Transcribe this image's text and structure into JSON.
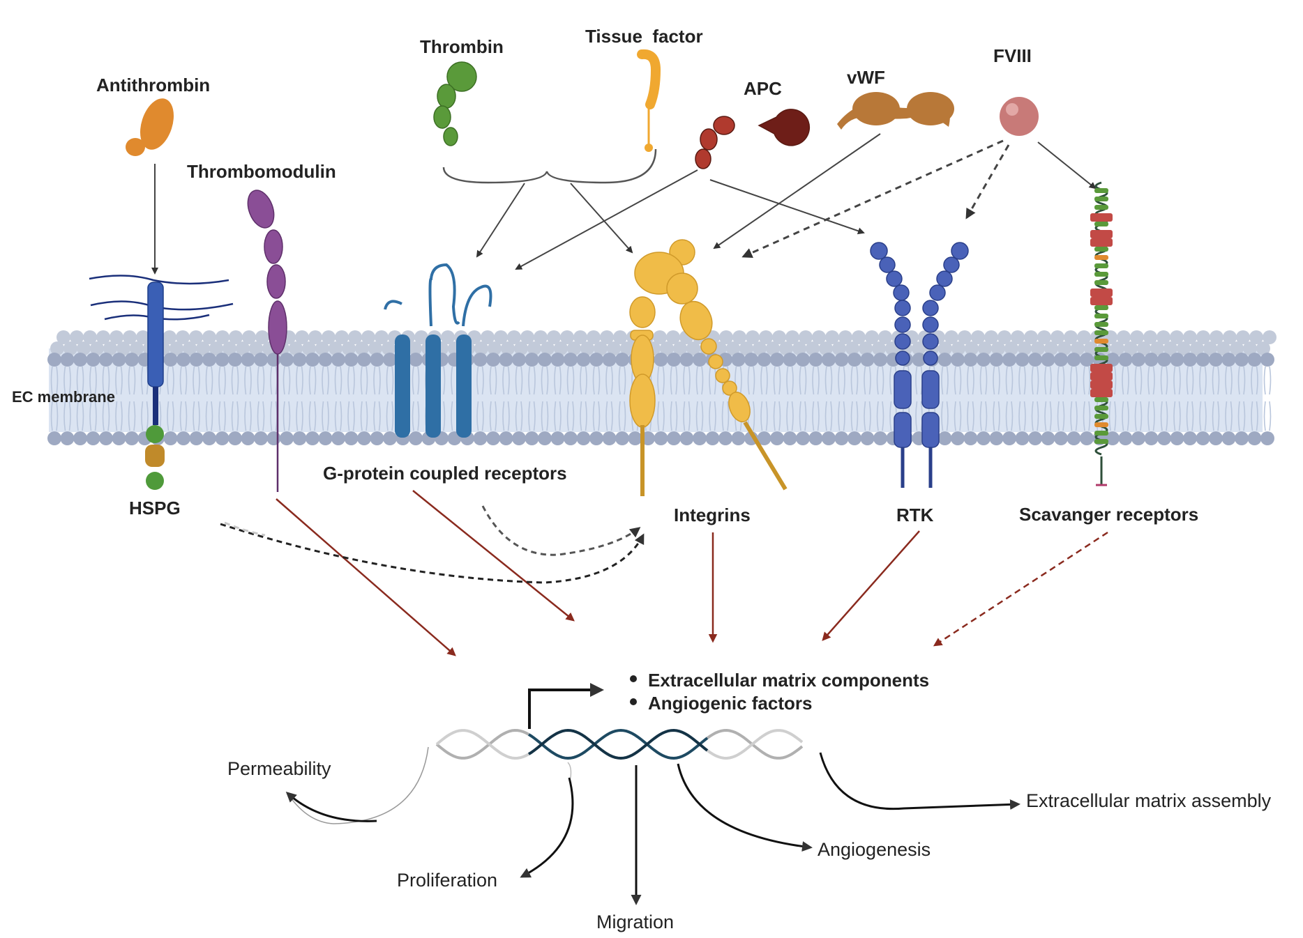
{
  "ligands": {
    "antithrombin": "Antithrombin",
    "thrombomodulin": "Thrombomodulin",
    "thrombin": "Thrombin",
    "tissue_factor": "Tissue  factor",
    "apc": "APC",
    "vwf": "vWF",
    "fviii": "FVIII"
  },
  "membrane": {
    "label": "EC membrane"
  },
  "receptors": {
    "hspg": "HSPG",
    "gpcr": "G-protein coupled receptors",
    "integrins": "Integrins",
    "rtk": "RTK",
    "scavenger": "Scavanger receptors"
  },
  "gene_expression": {
    "items": [
      "Extracellular matrix components",
      "Angiogenic factors"
    ]
  },
  "outcomes": {
    "permeability": "Permeability",
    "proliferation": "Proliferation",
    "migration": "Migration",
    "angiogenesis": "Angiogenesis",
    "ecm_assembly": "Extracellular matrix assembly"
  },
  "colors": {
    "antithrombin": "#e08a2e",
    "thrombomodulin": "#8a4e96",
    "thrombin": "#5a9a3a",
    "tissue_factor": "#f0a830",
    "apc": "#b03a2e",
    "vwf": "#b87838",
    "fviii": "#c87a78",
    "hspg": "#3a5fb5",
    "gpcr": "#2f6fa5",
    "integrin": "#f0bc48",
    "rtk": "#4a62b8",
    "scavenger_stripe": "#c24a46",
    "signal_arrow": "#8a2a1e",
    "membrane_head": "#9ea9c2"
  }
}
